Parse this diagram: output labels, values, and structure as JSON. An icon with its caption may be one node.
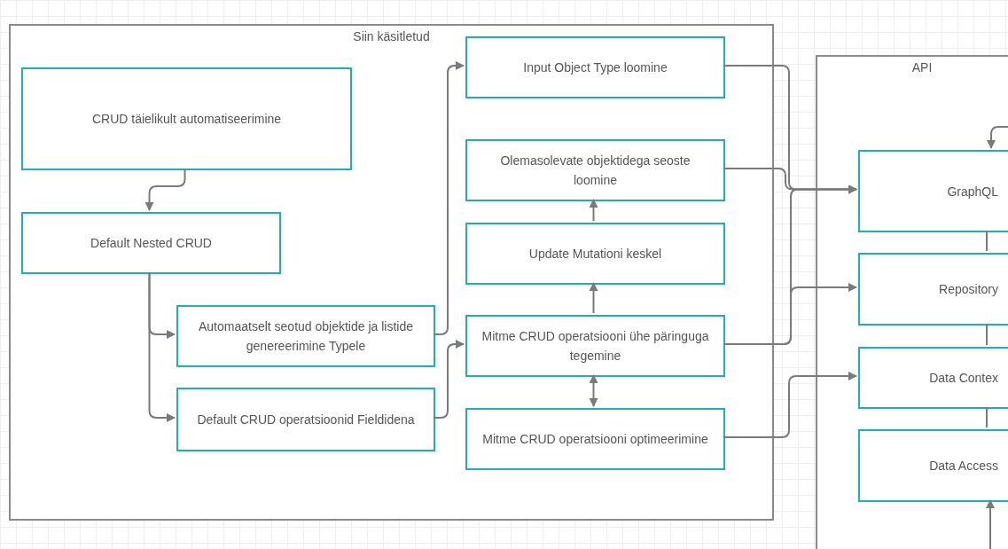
{
  "diagram": {
    "nodes": [
      {
        "text": [
          "Siin käsitletud"
        ]
      },
      {
        "text": [
          "CRUD täielikult automatiseerimine"
        ],
        "in": 0
      },
      {
        "text": [
          "Default Nested CRUD"
        ],
        "in": 0
      },
      {
        "text": [
          "Automaatselt seotud objektide ja listide genereerimine Typele"
        ],
        "in": 0
      },
      {
        "text": [
          "Default CRUD operatsioonid Fieldidena"
        ],
        "in": 0
      },
      {
        "text": [
          "Input Object Type loomine"
        ],
        "in": 0
      },
      {
        "text": [
          "Olemasolevate objektidega seoste loomine"
        ],
        "in": 0
      },
      {
        "text": [
          "Update Mutationi keskel"
        ],
        "in": 0
      },
      {
        "text": [
          "Mitme CRUD operatsiooni ühe päringuga tegemine"
        ],
        "in": 0
      },
      {
        "text": [
          "Mitme CRUD operatsiooni optimeerimine"
        ],
        "in": 0
      },
      {
        "text": [
          "API"
        ]
      },
      {
        "text": [
          "GraphQL"
        ],
        "in": 10
      },
      {
        "text": [
          "Repository"
        ],
        "in": 10
      },
      {
        "text": [
          "Data Contex"
        ],
        "in": 10
      },
      {
        "text": [
          "Data Access"
        ],
        "in": 10
      }
    ],
    "edges": [
      {
        "from": 1,
        "to": 2,
        "arrow": "to"
      },
      {
        "from": 2,
        "to": 3,
        "arrow": "to"
      },
      {
        "from": 2,
        "to": 4,
        "arrow": "to"
      },
      {
        "from": 3,
        "to": 5,
        "arrow": "to"
      },
      {
        "from": 4,
        "to": 8,
        "arrow": "to"
      },
      {
        "from": 8,
        "to": 7,
        "arrow": "to"
      },
      {
        "from": 7,
        "to": 6,
        "arrow": "to"
      },
      {
        "from": 8,
        "to": 9,
        "arrow": "both"
      },
      {
        "from": 5,
        "to": 11,
        "arrow": "to"
      },
      {
        "from": 6,
        "to": 11,
        "arrow": "to"
      },
      {
        "from": 8,
        "to": 11,
        "arrow": "to"
      },
      {
        "from": 8,
        "to": 12,
        "arrow": "to"
      },
      {
        "from": 9,
        "to": 13,
        "arrow": "to"
      },
      {
        "from": null,
        "to": 11,
        "arrow": "to"
      },
      {
        "from": null,
        "to": 14,
        "arrow": "to"
      },
      {
        "from": 11,
        "to": 12,
        "arrow": "none"
      },
      {
        "from": 12,
        "to": 13,
        "arrow": "none"
      },
      {
        "from": 13,
        "to": 14,
        "arrow": "none"
      }
    ]
  }
}
